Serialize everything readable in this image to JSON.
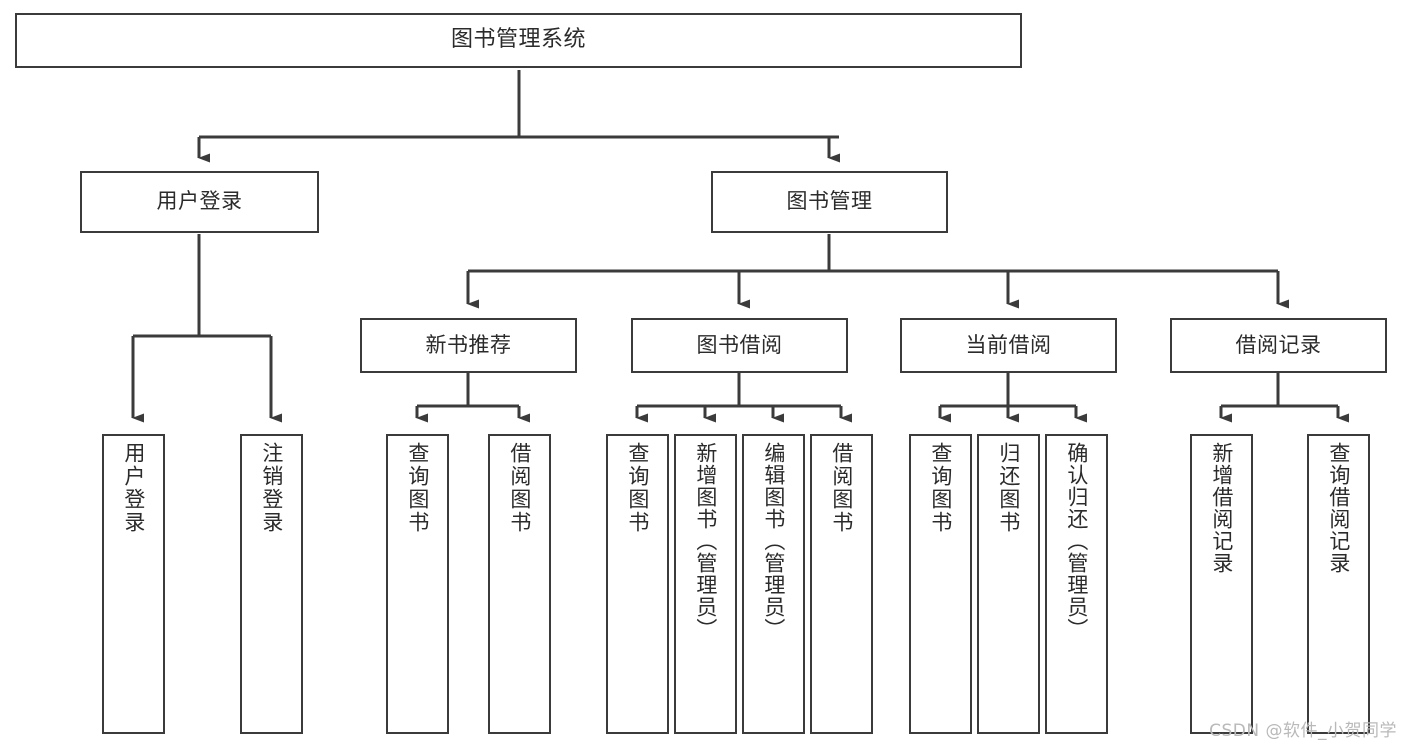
{
  "diagram": {
    "title": "图书管理系统",
    "type": "tree-hierarchy",
    "root": {
      "label": "图书管理系统"
    },
    "level2": [
      {
        "label": "用户登录"
      },
      {
        "label": "图书管理"
      }
    ],
    "level3": [
      {
        "label": "新书推荐"
      },
      {
        "label": "图书借阅"
      },
      {
        "label": "当前借阅"
      },
      {
        "label": "借阅记录"
      }
    ],
    "leaves": {
      "user_login": [
        {
          "label": "用户登录"
        },
        {
          "label": "注销登录"
        }
      ],
      "new_book_recommend": [
        {
          "label": "查询图书"
        },
        {
          "label": "借阅图书"
        }
      ],
      "book_borrow": [
        {
          "label": "查询图书"
        },
        {
          "label": "新增图书（管理员）"
        },
        {
          "label": "编辑图书（管理员）"
        },
        {
          "label": "借阅图书"
        }
      ],
      "current_borrow": [
        {
          "label": "查询图书"
        },
        {
          "label": "归还图书"
        },
        {
          "label": "确认归还（管理员）"
        }
      ],
      "borrow_record": [
        {
          "label": "新增借阅记录"
        },
        {
          "label": "查询借阅记录"
        }
      ]
    }
  },
  "watermark": {
    "text": "CSDN @软件_小贺同学"
  },
  "colors": {
    "box_border": "#3b3b3b",
    "box_fill": "#ffffff",
    "line": "#3b3b3b",
    "text": "#2b2b2b",
    "watermark": "#b9b9b9",
    "background": "#ffffff"
  }
}
